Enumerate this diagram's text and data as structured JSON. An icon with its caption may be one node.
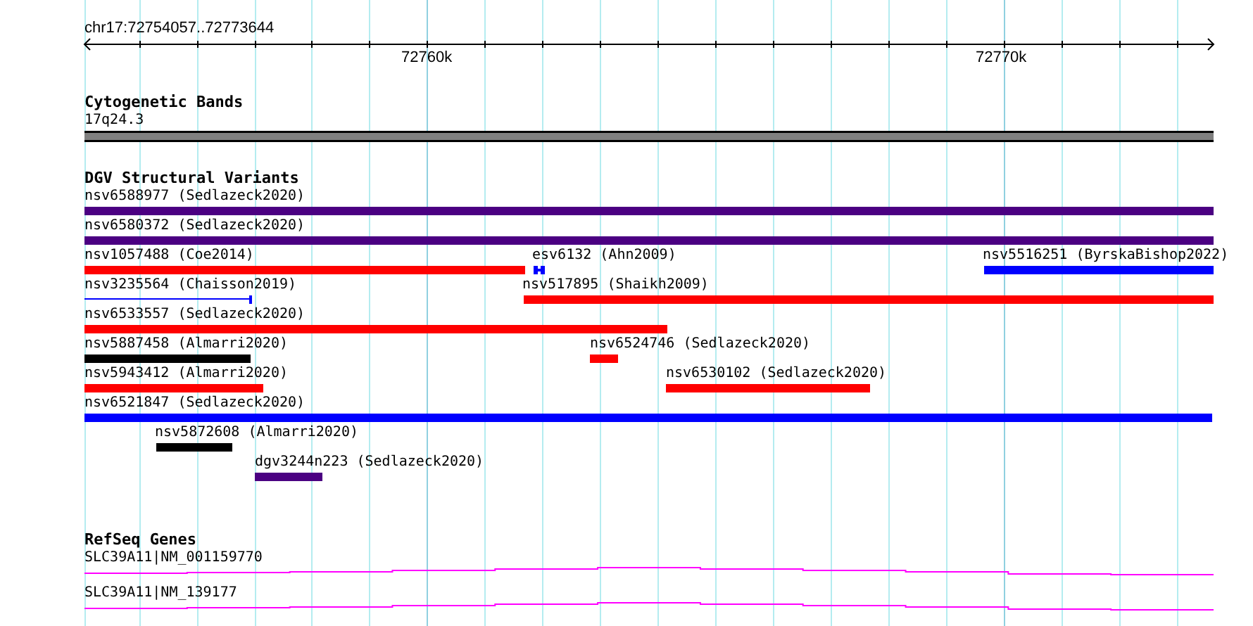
{
  "diagram": {
    "nodes": [
      {
        "text": [
          "17q24.3"
        ]
      },
      {
        "text": [
          "nsv6588977 (Sedlazeck2020)"
        ]
      },
      {
        "text": [
          "nsv6580372 (Sedlazeck2020)"
        ]
      },
      {
        "text": [
          "nsv1057488 (Coe2014)"
        ]
      },
      {
        "text": [
          "esv6132 (Ahn2009)"
        ]
      },
      {
        "text": [
          "nsv5516251 (ByrskaBishop2022)"
        ]
      },
      {
        "text": [
          "nsv3235564 (Chaisson2019)"
        ]
      },
      {
        "text": [
          "nsv517895 (Shaikh2009)"
        ]
      },
      {
        "text": [
          "nsv6533557 (Sedlazeck2020)"
        ]
      },
      {
        "text": [
          "nsv5887458 (Almarri2020)"
        ]
      },
      {
        "text": [
          "nsv6524746 (Sedlazeck2020)"
        ]
      },
      {
        "text": [
          "nsv5943412 (Almarri2020)"
        ]
      },
      {
        "text": [
          "nsv6530102 (Sedlazeck2020)"
        ]
      },
      {
        "text": [
          "nsv6521847 (Sedlazeck2020)"
        ]
      },
      {
        "text": [
          "nsv5872608 (Almarri2020)"
        ]
      },
      {
        "text": [
          "dgv3244n223 (Sedlazeck2020)"
        ]
      },
      {
        "text": [
          "SLC39A11|NM_001159770"
        ]
      },
      {
        "text": [
          "SLC39A11|NM_139177"
        ]
      }
    ],
    "labels": [
      "chr17:72754057..72773644",
      "72760k",
      "72770k",
      "Cytogenetic Bands",
      "DGV Structural Variants",
      "RefSeq Genes"
    ]
  }
}
